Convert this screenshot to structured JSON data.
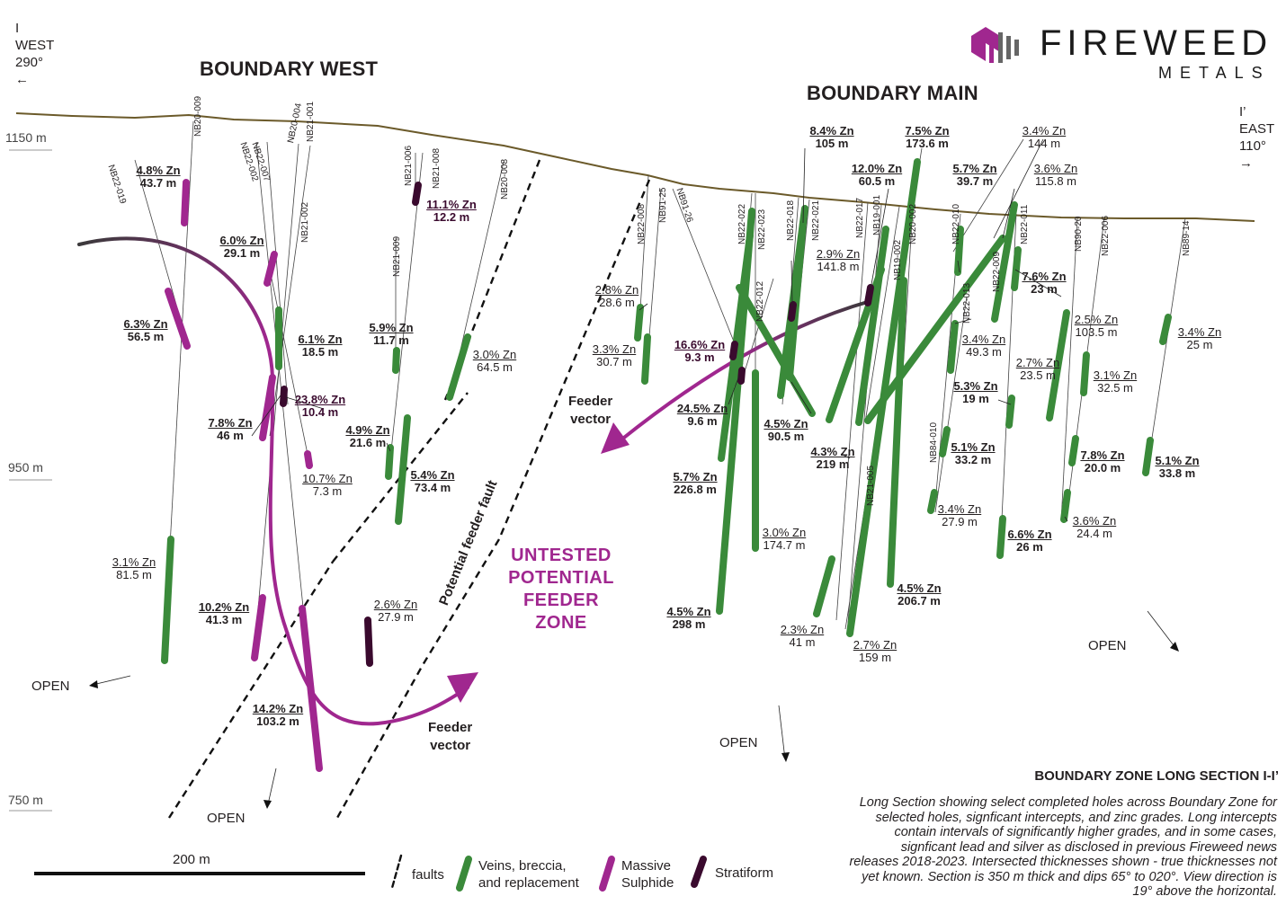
{
  "section": {
    "west_label_letter": "I",
    "west_label": "WEST",
    "west_azimuth": "290°",
    "west_arrow": "←",
    "east_label_letter": "I’",
    "east_label": "EAST",
    "east_azimuth": "110°",
    "east_arrow": "→"
  },
  "logo": {
    "name": "FIREWEED",
    "sub": "METALS",
    "color": "#a0278f"
  },
  "zones": {
    "west": "BOUNDARY WEST",
    "main": "BOUNDARY MAIN"
  },
  "elevations": [
    "1150 m",
    "950 m",
    "750 m"
  ],
  "scale_bar": "200 m",
  "colors": {
    "veins": "#3a8a3a",
    "massive": "#a0278f",
    "stratiform": "#3a0a2e",
    "feeder_arrow": "#a0278f"
  },
  "holes": [
    "NB22-019",
    "NB20-009",
    "NB22-002",
    "NB22-007",
    "NB20-004",
    "NB21-001",
    "NB21-002",
    "NB21-006",
    "NB21-008",
    "NB21-009",
    "NB20-008",
    "NB22-008",
    "NB91-25",
    "NB91-26",
    "NB22-022",
    "NB22-023",
    "NB22-012",
    "NB22-018",
    "NB22-021",
    "NB22-017",
    "NB19-001",
    "NB19-002",
    "NB20-002",
    "NB21-005",
    "NB22-010",
    "NB22-009",
    "NB22-013",
    "NB22-011",
    "NB84-010",
    "NB90-20",
    "NB22-006",
    "NB89-14"
  ],
  "intercepts": [
    {
      "grade": "4.8% Zn",
      "len": "43.7 m",
      "bold": true
    },
    {
      "grade": "6.0% Zn",
      "len": "29.1 m",
      "bold": true
    },
    {
      "grade": "6.3% Zn",
      "len": "56.5 m",
      "bold": true
    },
    {
      "grade": "6.1% Zn",
      "len": "18.5 m",
      "bold": true
    },
    {
      "grade": "23.8% Zn",
      "len": "10.4 m",
      "bold": true,
      "dark": true
    },
    {
      "grade": "7.8% Zn",
      "len": "46 m",
      "bold": true
    },
    {
      "grade": "10.7% Zn",
      "len": "7.3 m",
      "bold": false
    },
    {
      "grade": "3.1% Zn",
      "len": "81.5 m",
      "bold": false
    },
    {
      "grade": "10.2% Zn",
      "len": "41.3 m",
      "bold": true
    },
    {
      "grade": "14.2% Zn",
      "len": "103.2 m",
      "bold": true
    },
    {
      "grade": "11.1% Zn",
      "len": "12.2 m",
      "bold": true,
      "dark": true
    },
    {
      "grade": "5.9% Zn",
      "len": "11.7 m",
      "bold": true
    },
    {
      "grade": "4.9% Zn",
      "len": "21.6 m",
      "bold": true
    },
    {
      "grade": "5.4% Zn",
      "len": "73.4 m",
      "bold": true
    },
    {
      "grade": "2.6% Zn",
      "len": "27.9 m",
      "bold": false
    },
    {
      "grade": "3.0% Zn",
      "len": "64.5 m",
      "bold": false
    },
    {
      "grade": "2.8% Zn",
      "len": "28.6 m",
      "bold": false
    },
    {
      "grade": "3.3% Zn",
      "len": "30.7 m",
      "bold": false
    },
    {
      "grade": "16.6% Zn",
      "len": "9.3 m",
      "bold": true,
      "dark": true
    },
    {
      "grade": "24.5% Zn",
      "len": "9.6 m",
      "bold": true
    },
    {
      "grade": "5.7% Zn",
      "len": "226.8 m",
      "bold": true
    },
    {
      "grade": "4.5% Zn",
      "len": "298 m",
      "bold": true
    },
    {
      "grade": "8.4% Zn",
      "len": "105 m",
      "bold": true
    },
    {
      "grade": "7.5% Zn",
      "len": "173.6 m",
      "bold": true
    },
    {
      "grade": "12.0% Zn",
      "len": "60.5 m",
      "bold": true
    },
    {
      "grade": "5.7% Zn",
      "len": "39.7 m",
      "bold": true
    },
    {
      "grade": "3.4% Zn",
      "len": "144 m",
      "bold": false
    },
    {
      "grade": "3.6% Zn",
      "len": "115.8 m",
      "bold": false
    },
    {
      "grade": "2.9% Zn",
      "len": "141.8 m",
      "bold": false
    },
    {
      "grade": "4.5% Zn",
      "len": "90.5 m",
      "bold": true
    },
    {
      "grade": "4.3% Zn",
      "len": "219 m",
      "bold": true
    },
    {
      "grade": "3.0% Zn",
      "len": "174.7 m",
      "bold": false
    },
    {
      "grade": "2.3% Zn",
      "len": "41 m",
      "bold": false
    },
    {
      "grade": "2.7% Zn",
      "len": "159 m",
      "bold": false
    },
    {
      "grade": "4.5% Zn",
      "len": "206.7 m",
      "bold": true
    },
    {
      "grade": "7.6% Zn",
      "len": "23 m",
      "bold": true
    },
    {
      "grade": "3.4% Zn",
      "len": "49.3 m",
      "bold": false
    },
    {
      "grade": "2.7% Zn",
      "len": "23.5 m",
      "bold": false
    },
    {
      "grade": "5.3% Zn",
      "len": "19 m",
      "bold": true
    },
    {
      "grade": "5.1% Zn",
      "len": "33.2 m",
      "bold": true
    },
    {
      "grade": "3.4% Zn",
      "len": "27.9 m",
      "bold": false
    },
    {
      "grade": "6.6% Zn",
      "len": "26 m",
      "bold": true
    },
    {
      "grade": "2.5% Zn",
      "len": "103.5 m",
      "bold": false
    },
    {
      "grade": "3.1% Zn",
      "len": "32.5 m",
      "bold": false
    },
    {
      "grade": "7.8% Zn",
      "len": "20.0 m",
      "bold": true
    },
    {
      "grade": "3.6% Zn",
      "len": "24.4 m",
      "bold": false
    },
    {
      "grade": "3.4% Zn",
      "len": "25 m",
      "bold": false
    },
    {
      "grade": "5.1% Zn",
      "len": "33.8 m",
      "bold": true
    }
  ],
  "annotations": {
    "feeder_vector": "Feeder vector",
    "feeder_vector_line1": "Feeder",
    "feeder_vector_line2": "vector",
    "potential_fault": "Potential feeder fault",
    "untested_l1": "UNTESTED",
    "untested_l2": "POTENTIAL",
    "untested_l3": "FEEDER",
    "untested_l4": "ZONE",
    "open": "OPEN"
  },
  "caption": {
    "title": "BOUNDARY ZONE LONG SECTION I-I’",
    "lines": [
      "Long Section showing select completed holes across Boundary Zone for",
      "selected holes, signficant intercepts, and zinc grades. Long intercepts",
      "contain intervals of significantly higher grades, and in some cases,",
      "signficant lead and silver as disclosed in previous Fireweed news",
      "releases 2018-2023. Intersected thicknesses shown - true thicknesses not",
      "yet known. Section is 350 m thick and dips 65° to 020°. View direction is",
      "19° above the horizontal."
    ]
  },
  "legend": {
    "faults": "faults",
    "veins_l1": "Veins, breccia,",
    "veins_l2": "and replacement",
    "massive_l1": "Massive",
    "massive_l2": "Sulphide",
    "stratiform": "Stratiform"
  }
}
